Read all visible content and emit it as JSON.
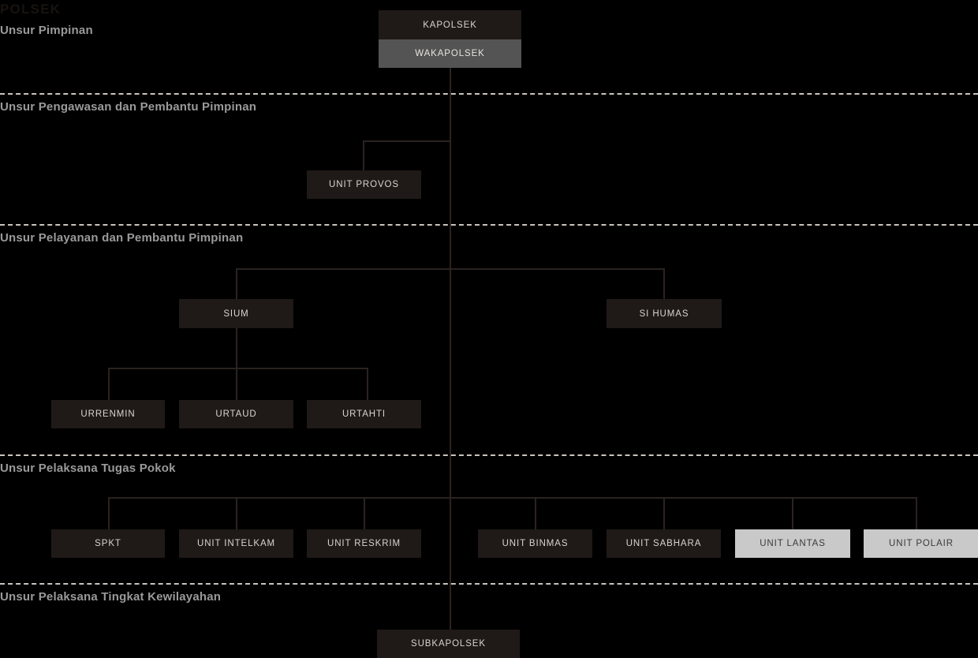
{
  "title": "POLSEK",
  "sections": [
    {
      "label": "Unsur Pimpinan"
    },
    {
      "label": "Unsur Pengawasan dan Pembantu Pimpinan"
    },
    {
      "label": "Unsur Pelayanan dan Pembantu Pimpinan"
    },
    {
      "label": "Unsur Pelaksana Tugas Pokok"
    },
    {
      "label": "Unsur Pelaksana Tingkat Kewilayahan"
    }
  ],
  "nodes": {
    "kapolsek": "KAPOLSEK",
    "wakapolsek": "WAKAPOLSEK",
    "unit_provos": "UNIT PROVOS",
    "sium": "SIUM",
    "si_humas": "SI HUMAS",
    "urrenmin": "URRENMIN",
    "urtaud": "URTAUD",
    "urtahti": "URTAHTI",
    "spkt": "SPKT",
    "unit_intelkam": "UNIT INTELKAM",
    "unit_reskrim": "UNIT RESKRIM",
    "unit_binmas": "UNIT BINMAS",
    "unit_sabhara": "UNIT SABHARA",
    "unit_lantas": "UNIT LANTAS",
    "unit_polair": "UNIT POLAIR",
    "subkapolsek": "SUBKAPOLSEK"
  },
  "colors": {
    "background": "#000000",
    "box_dark": "#1f1a17",
    "box_mid": "#545454",
    "box_light": "#c9c9c9",
    "line": "#2a2320",
    "section_text": "#9a9a9a",
    "divider": "#c9c4bd"
  }
}
